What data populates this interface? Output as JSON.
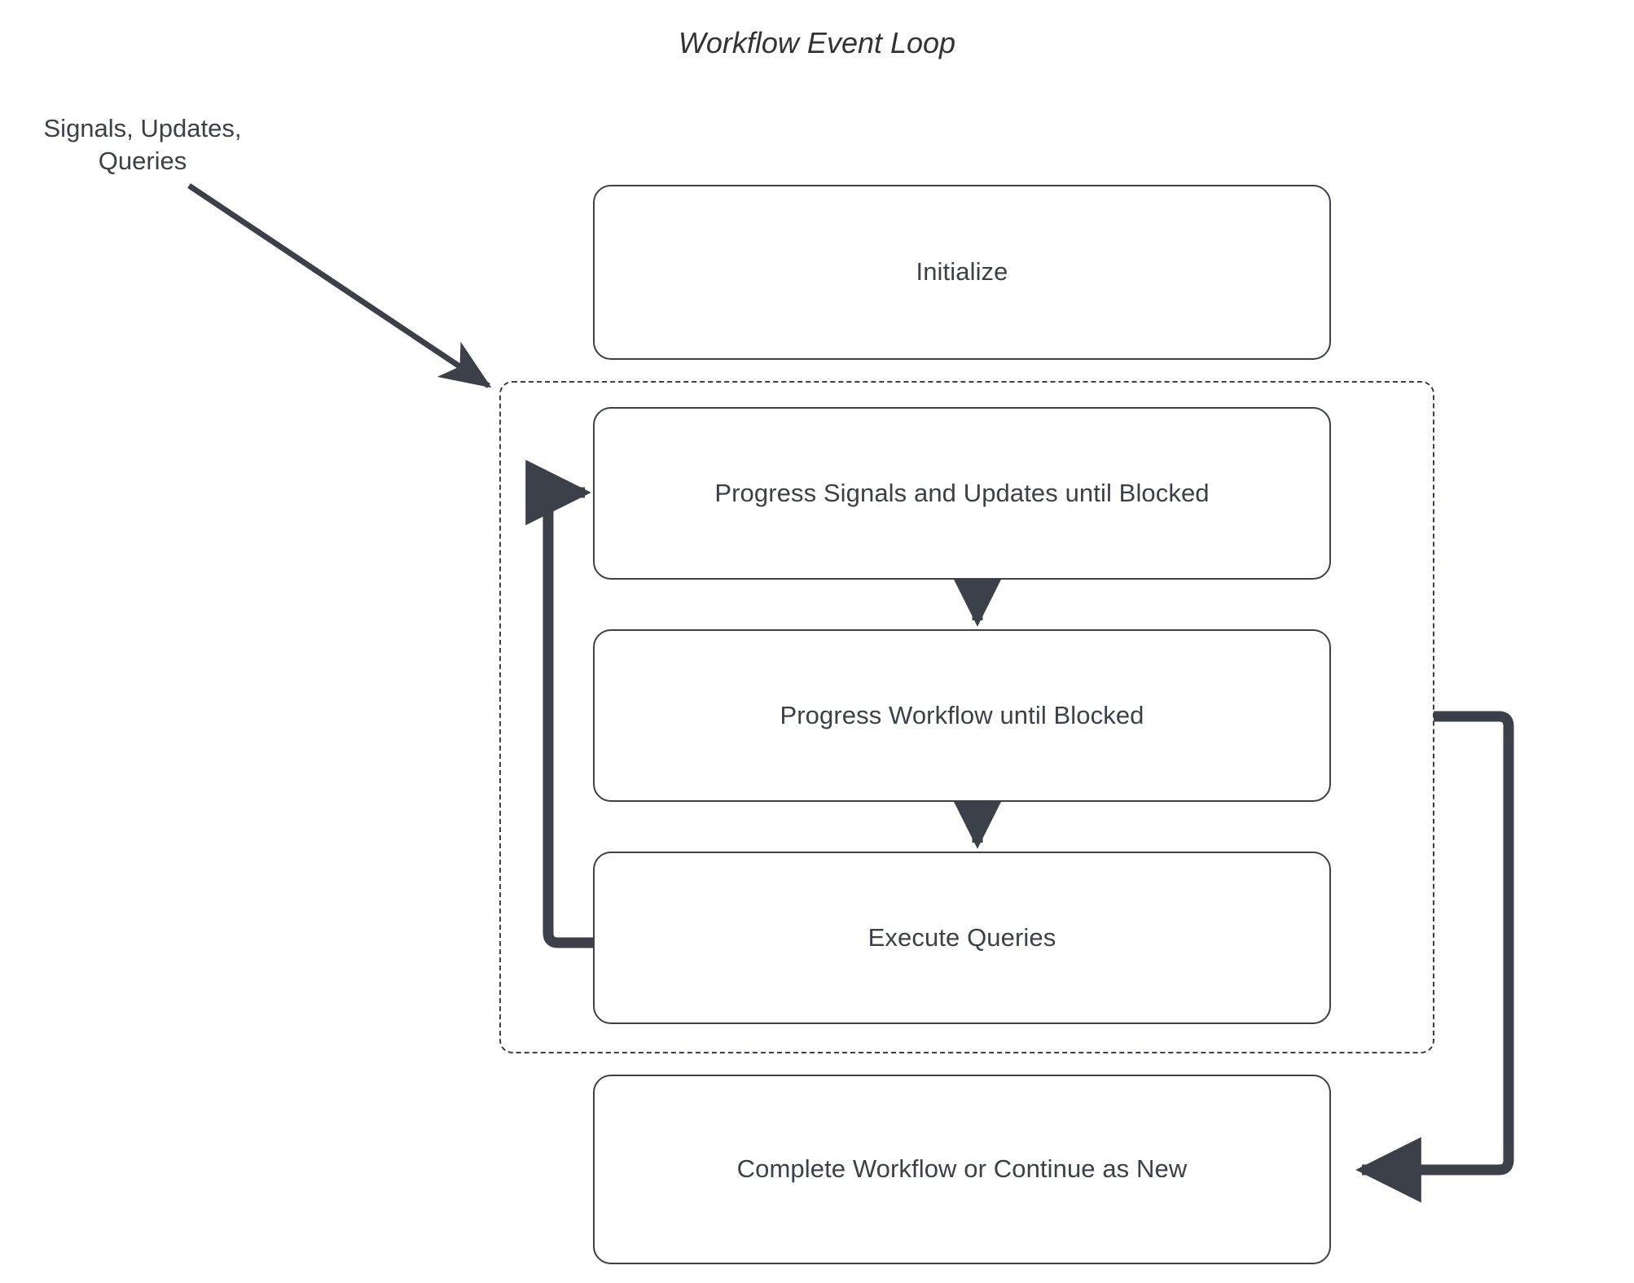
{
  "diagram": {
    "title": "Workflow Event Loop",
    "colors": {
      "stroke": "#3b4049",
      "text": "#3b4049",
      "title_text": "#333333",
      "background": "#ffffff"
    },
    "external_label": "Signals, Updates,\nQueries",
    "nodes": [
      {
        "id": "initialize",
        "label": "Initialize"
      },
      {
        "id": "progress-signals",
        "label": "Progress Signals and Updates until Blocked"
      },
      {
        "id": "progress-workflow",
        "label": "Progress Workflow until Blocked"
      },
      {
        "id": "execute-queries",
        "label": "Execute Queries"
      },
      {
        "id": "complete-workflow",
        "label": "Complete Workflow or Continue as New"
      }
    ],
    "group": {
      "id": "event-loop-group",
      "style": "dashed",
      "label": ""
    },
    "edges": [
      {
        "id": "external-to-loop",
        "from": "Signals, Updates, Queries",
        "to": "event-loop-group",
        "label": ""
      },
      {
        "id": "signals-to-workflow",
        "from": "progress-signals",
        "to": "progress-workflow",
        "label": ""
      },
      {
        "id": "workflow-to-queries",
        "from": "progress-workflow",
        "to": "execute-queries",
        "label": ""
      },
      {
        "id": "queries-to-signals",
        "from": "execute-queries",
        "to": "progress-signals",
        "label": ""
      },
      {
        "id": "loop-to-complete",
        "from": "event-loop-group",
        "to": "complete-workflow",
        "label": ""
      }
    ]
  }
}
